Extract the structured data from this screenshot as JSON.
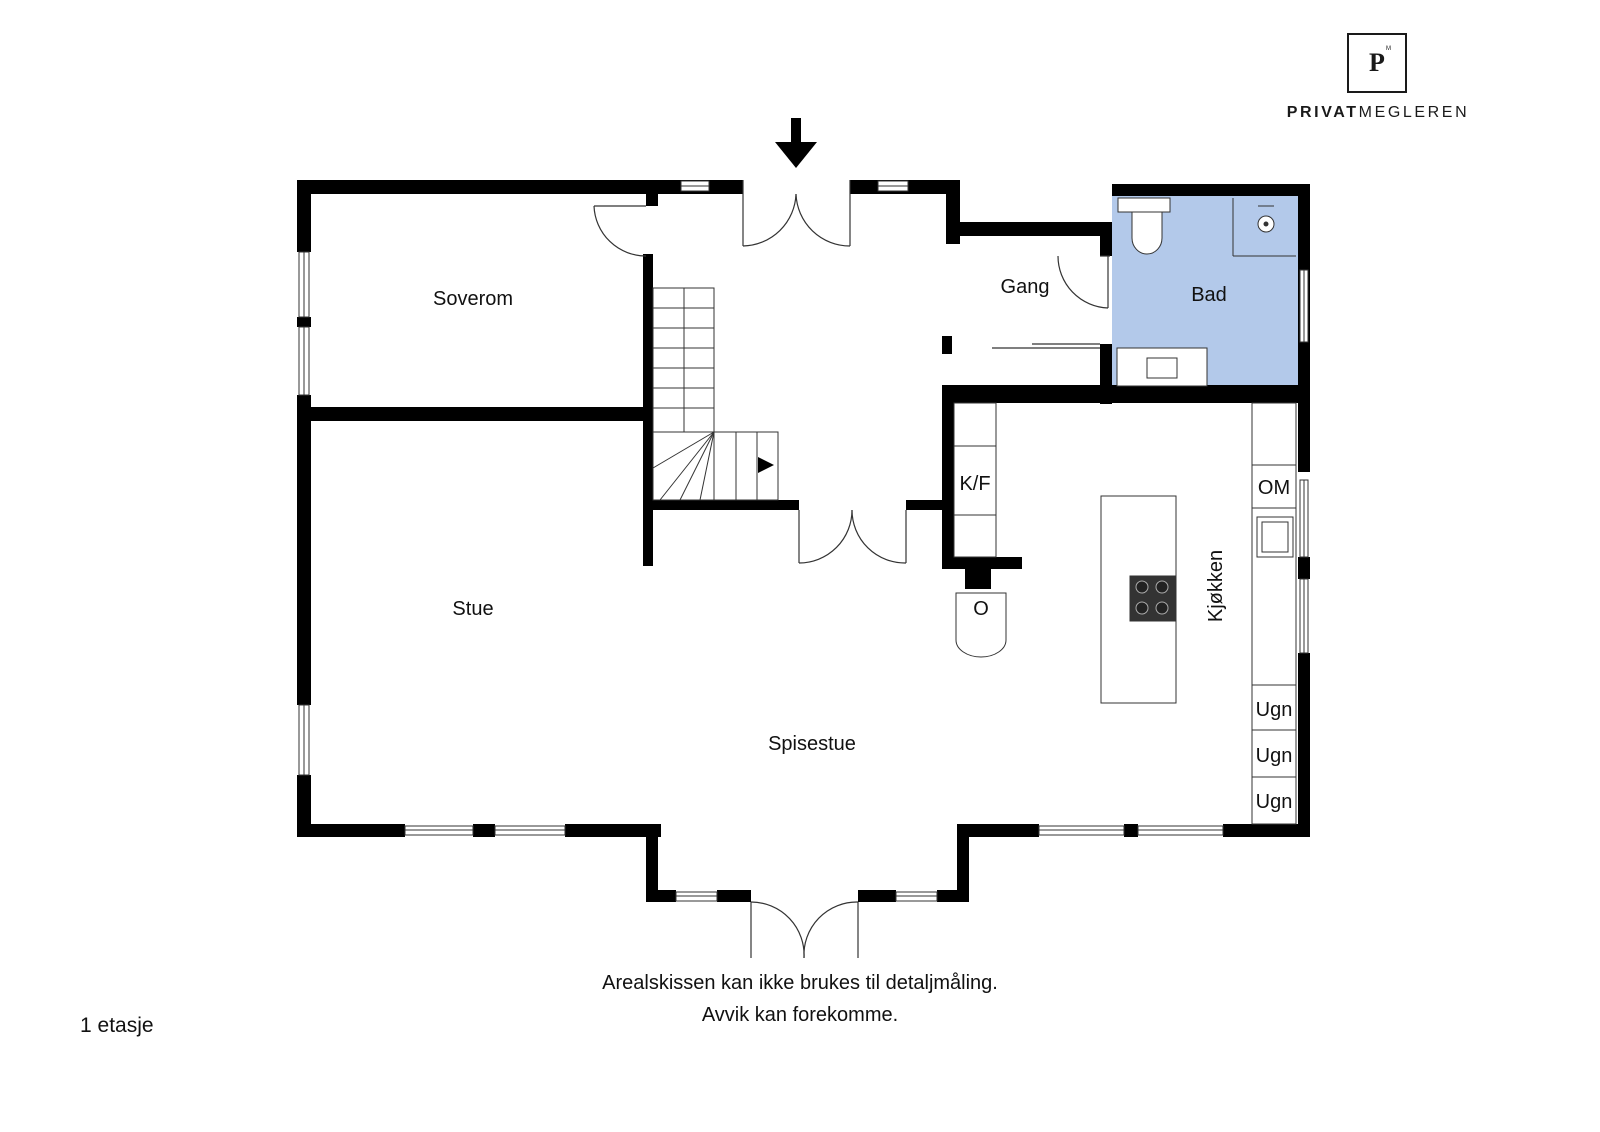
{
  "rooms": {
    "soverom": "Soverom",
    "stue": "Stue",
    "spisestue": "Spisestue",
    "gang": "Gang",
    "bad": "Bad",
    "kjokken": "Kjøkken"
  },
  "fixtures": {
    "kf": "K/F",
    "om": "OM",
    "ugn1": "Ugn",
    "ugn2": "Ugn",
    "ugn3": "Ugn",
    "stove_o": "O"
  },
  "disclaimer": {
    "line1": "Arealskissen kan ikke brukes til detaljmåling.",
    "line2": "Avvik kan forekomme."
  },
  "floor_label": "1 etasje",
  "logo": {
    "letter": "P",
    "tm": "M",
    "word_bold": "PRIVAT",
    "word_regular": "MEGLEREN"
  },
  "colors": {
    "wall": "#000000",
    "bathroom_fill": "#b3c9ea",
    "line": "#333333"
  }
}
